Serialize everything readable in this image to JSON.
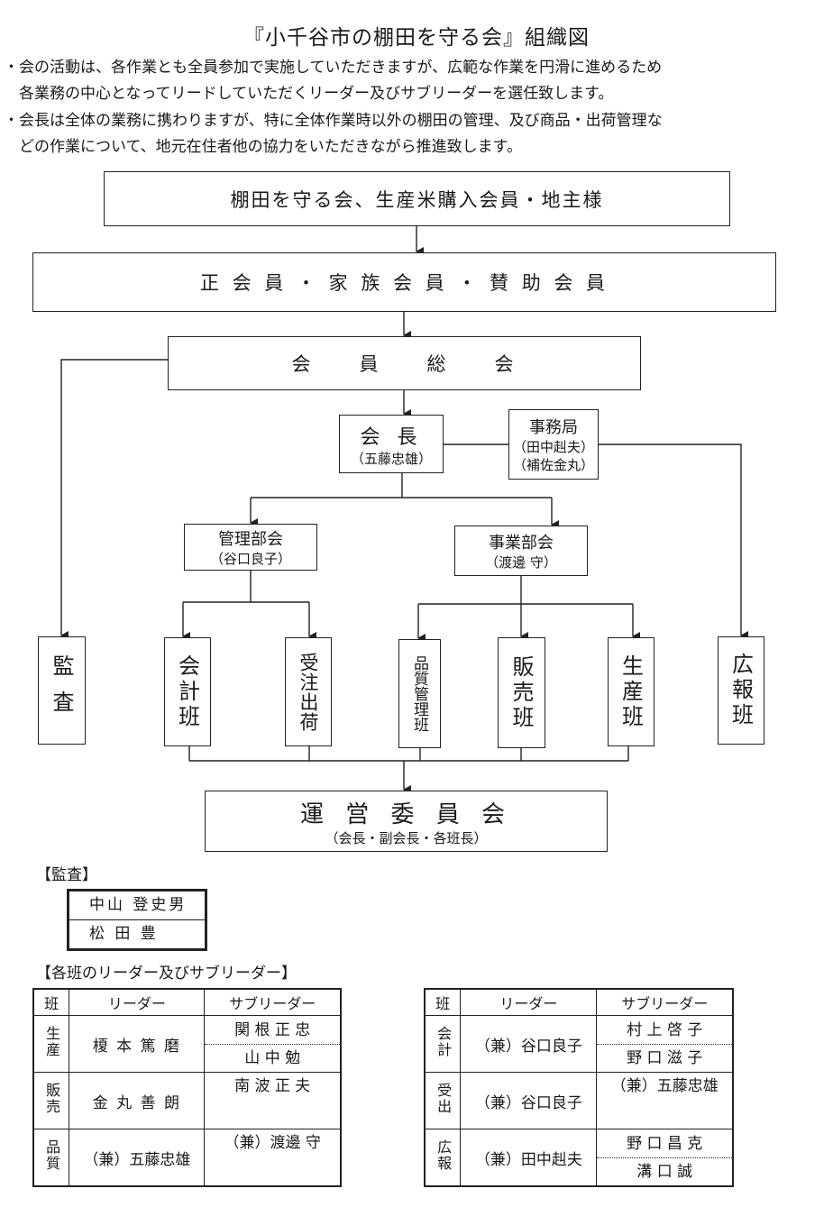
{
  "title": "『小千谷市の棚田を守る会』組織図",
  "notes": [
    "・会の活動は、各作業とも全員参加で実施していただきますが、広範な作業を円滑に進めるため",
    "　各業務の中心となってリードしていただくリーダー及びサブリーダーを選任致します。",
    "・会長は全体の業務に携わりますが、特に全体作業時以外の棚田の管理、及び商品・出荷管理な",
    "　どの作業について、地元在住者他の協力をいただきながら推進致します。"
  ],
  "org": {
    "supporters": "棚田を守る会、生産米購入会員・地主様",
    "members": "正 会 員 ・ 家 族 会 員 ・ 賛 助 会 員",
    "general_assembly": "会　　員　　総　　会",
    "president": {
      "label": "会 長",
      "name": "（五藤忠雄）"
    },
    "secretariat": {
      "label": "事務局",
      "names": [
        "（田中赳夫）",
        "（補佐金丸）"
      ]
    },
    "management_committee": {
      "label": "管理部会",
      "name": "（谷口良子）"
    },
    "business_committee": {
      "label": "事業部会",
      "name": "（渡邊 守）"
    },
    "units": {
      "audit": "監査",
      "accounting": "会計班",
      "orders": "受注出荷",
      "quality": "品質管理班",
      "sales": "販売班",
      "production": "生産班",
      "pr": "広報班"
    },
    "steering": {
      "label": "運 営 委 員 会",
      "sub": "（会長・副会長・各班長）"
    }
  },
  "audit_section": {
    "heading": "【監査】",
    "names": [
      "中山 登史男",
      "松 田 豊"
    ]
  },
  "leaders_section": {
    "heading": "【各班のリーダー及びサブリーダー】",
    "headers": [
      "班",
      "リーダー",
      "サブリーダー"
    ],
    "left_rows": [
      {
        "team": "生産",
        "leader": "榎 本 篤 磨",
        "subs": [
          "関 根 正 忠",
          "山 中 勉"
        ]
      },
      {
        "team": "販売",
        "leader": "金 丸 善 朗",
        "subs": [
          "南 波 正 夫"
        ]
      },
      {
        "team": "品質",
        "leader": "（兼）五藤忠雄",
        "subs": [
          "（兼）渡邊 守"
        ]
      }
    ],
    "right_rows": [
      {
        "team": "会計",
        "leader": "（兼）谷口良子",
        "subs": [
          "村 上 啓 子",
          "野 口 滋 子"
        ]
      },
      {
        "team": "受出",
        "leader": "（兼）谷口良子",
        "subs": [
          "（兼）五藤忠雄"
        ]
      },
      {
        "team": "広報",
        "leader": "（兼）田中赳夫",
        "subs": [
          "野 口 昌 克",
          "溝 口 誠"
        ]
      }
    ]
  }
}
